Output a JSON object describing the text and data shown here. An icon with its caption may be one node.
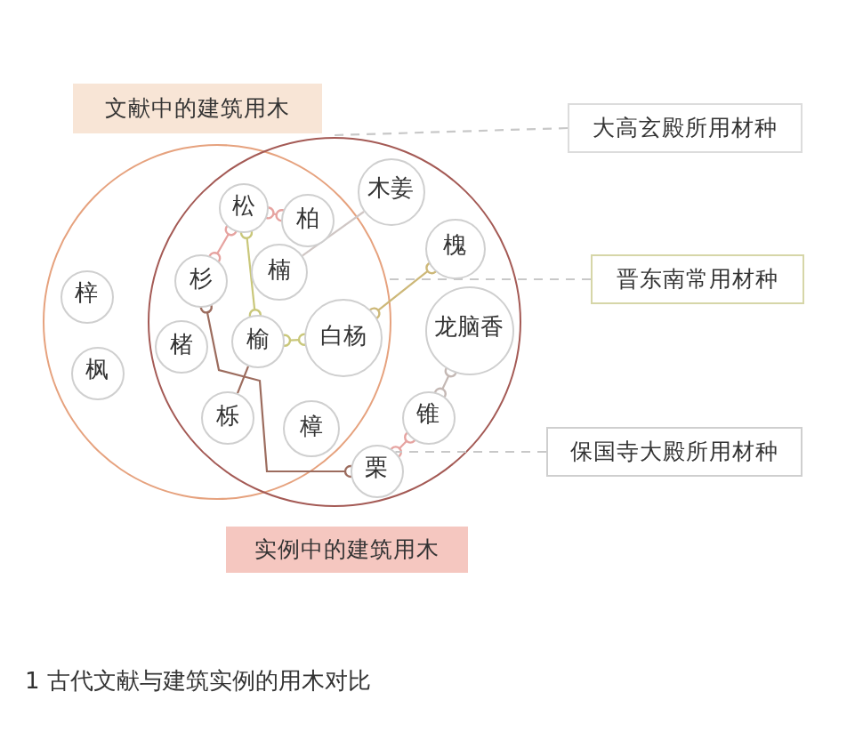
{
  "diagram": {
    "caption": "1 古代文献与建筑实例的用木对比",
    "nodes": [
      {
        "text": [
          "文献中的建筑用木"
        ]
      },
      {
        "text": [
          "大高玄殿所用材种"
        ]
      },
      {
        "text": [],
        "shape": "circle"
      },
      {
        "text": [],
        "shape": "circle"
      },
      {
        "text": [
          "松"
        ]
      },
      {
        "text": [
          "柏"
        ]
      },
      {
        "text": [
          "木姜"
        ],
        "in": 3
      },
      {
        "text": [
          "槐"
        ],
        "in": 3
      },
      {
        "text": [
          "晋东南常用材种"
        ]
      },
      {
        "text": [
          "杉"
        ]
      },
      {
        "text": [
          "楠"
        ]
      },
      {
        "text": [
          "梓"
        ],
        "in": 2
      },
      {
        "text": [
          "楮"
        ]
      },
      {
        "text": [
          "榆"
        ]
      },
      {
        "text": [
          "白杨"
        ]
      },
      {
        "text": [
          "龙脑香"
        ],
        "in": 3
      },
      {
        "text": [
          "枫"
        ],
        "in": 2
      },
      {
        "text": [
          "栎"
        ]
      },
      {
        "text": [
          "樟"
        ]
      },
      {
        "text": [
          "锥"
        ],
        "in": 3
      },
      {
        "text": [
          "保国寺大殿所用材种"
        ]
      },
      {
        "text": [
          "栗"
        ],
        "in": 3
      },
      {
        "text": [
          "实例中的建筑用木"
        ]
      }
    ],
    "edges": [
      {
        "from": 4,
        "to": 5,
        "arrow": "other",
        "color": "#e6a3a0"
      },
      {
        "from": 4,
        "to": 9,
        "arrow": "other",
        "color": "#e6a3a0"
      },
      {
        "from": 4,
        "to": 13,
        "arrow": "other",
        "color": "#c9c77a"
      },
      {
        "from": 13,
        "to": 14,
        "arrow": "other",
        "color": "#c9c77a"
      },
      {
        "from": 14,
        "to": 7,
        "arrow": "other",
        "color": "#cdb878"
      },
      {
        "from": 10,
        "to": 6,
        "arrow": "none",
        "color": "#cfc6c4"
      },
      {
        "from": 9,
        "to": 21,
        "arrow": "other",
        "color": "#9c6c5e"
      },
      {
        "from": 13,
        "to": 17,
        "arrow": "none",
        "color": "#9c6c5e"
      },
      {
        "from": 15,
        "to": 19,
        "arrow": "other",
        "color": "#c4b8b4"
      },
      {
        "from": 19,
        "to": 21,
        "arrow": "other",
        "color": "#e6a3a0"
      },
      {
        "from": 1,
        "to": 3,
        "arrow": "none",
        "style": "dashed",
        "color": "#c8c8c8"
      },
      {
        "from": 8,
        "to": 2,
        "arrow": "none",
        "style": "dashed",
        "color": "#c8c8c8"
      },
      {
        "from": 20,
        "to": 21,
        "arrow": "none",
        "style": "dashed",
        "color": "#c8c8c8"
      }
    ]
  }
}
